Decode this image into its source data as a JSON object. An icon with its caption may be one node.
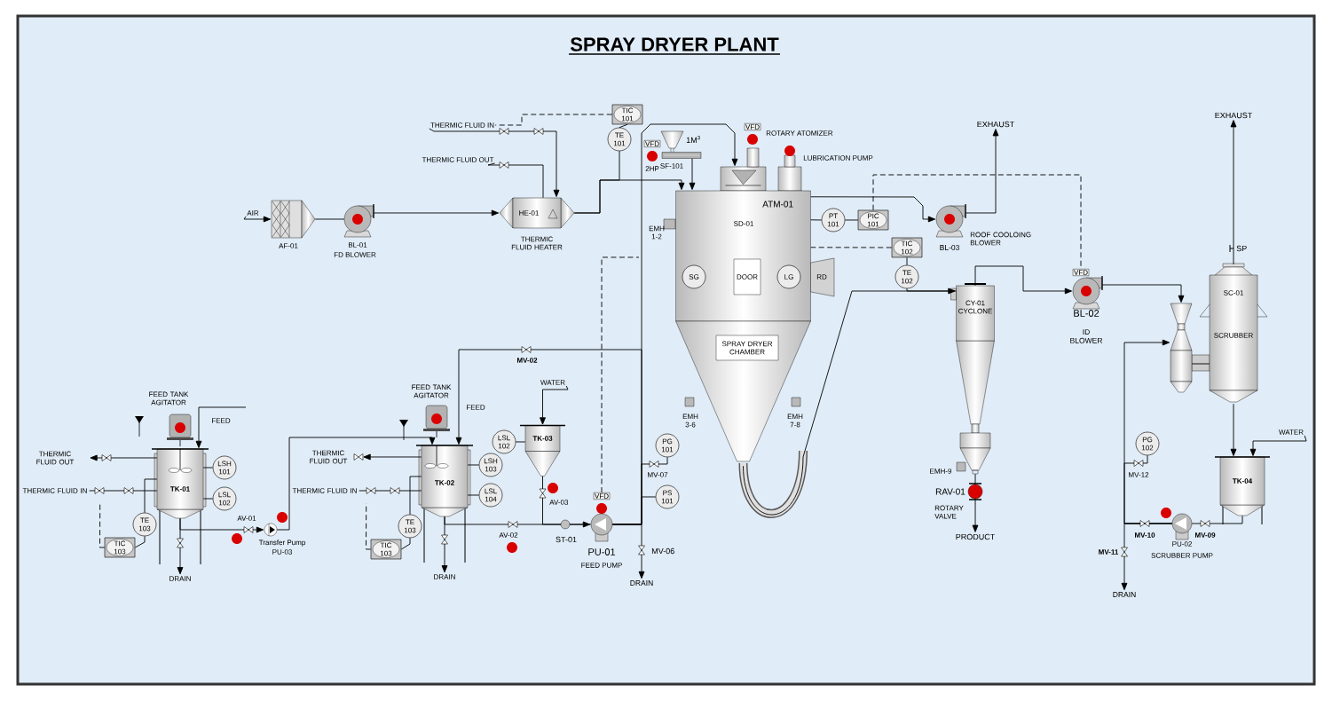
{
  "diagram": {
    "title": "SPRAY DRYER PLANT",
    "nodes": [
      {
        "text": [
          "AF-01"
        ]
      },
      {
        "text": [
          "BL-01",
          "FD BLOWER"
        ]
      },
      {
        "text": [
          "HE-01",
          "THERMIC FLUID HEATER"
        ]
      },
      {
        "text": [
          "TIC 101"
        ]
      },
      {
        "text": [
          "TE 101"
        ]
      },
      {
        "text": [
          "1M$^{3}$",
          "SF-101"
        ]
      },
      {
        "text": [
          "VFD"
        ]
      },
      {
        "text": [
          "SD-01"
        ]
      },
      {
        "text": [
          "DOOR"
        ],
        "in": 7
      },
      {
        "text": [
          "SG"
        ],
        "in": 7
      },
      {
        "text": [
          "LG"
        ],
        "in": 7
      },
      {
        "text": [
          "SPRAY DRYER CHAMBER"
        ],
        "in": 7
      },
      {
        "text": [
          "VFD"
        ]
      },
      {
        "text": [
          "PT 101"
        ]
      },
      {
        "text": [
          "PIC 101"
        ]
      },
      {
        "text": [
          "BL-03",
          "ROOF COOLOING BLOWER"
        ]
      },
      {
        "text": [
          "EXHAUST"
        ]
      },
      {
        "text": [
          "TIC 102"
        ]
      },
      {
        "text": [
          "TE 102"
        ]
      },
      {
        "text": [
          "CY-01 CYCLONE"
        ]
      },
      {
        "text": [
          "RAV-01",
          "ROTARY VALVE"
        ]
      },
      {
        "text": [
          "PRODUCT"
        ]
      },
      {
        "text": [
          "VFD"
        ]
      },
      {
        "text": [
          "BL-02",
          "ID BLOWER"
        ]
      },
      {
        "text": [],
        "shape": "funnel"
      },
      {
        "text": [
          "SC-01",
          "SCRUBBER"
        ]
      },
      {
        "text": [
          "EXHAUST"
        ]
      },
      {
        "text": [
          "TK-04"
        ]
      },
      {
        "text": [
          "PU-02",
          "SCRUBBER PUMP"
        ]
      },
      {
        "text": [
          "PG 102"
        ]
      },
      {
        "text": [
          "DRAIN"
        ]
      },
      {
        "text": [
          "WATER"
        ]
      },
      {
        "text": [
          "AIR"
        ]
      },
      {
        "text": [
          "THERMIC FLUID IN"
        ]
      },
      {
        "text": [
          "THERMIC FLUID OUT"
        ]
      },
      {
        "text": [
          "FEED TANK AGITATOR"
        ]
      },
      {
        "text": [
          "TK-01"
        ]
      },
      {
        "text": [
          "LSH 101"
        ]
      },
      {
        "text": [
          "LSL 102"
        ]
      },
      {
        "text": [
          "TE 103"
        ]
      },
      {
        "text": [
          "TIC 103"
        ]
      },
      {
        "text": [
          "THERMIC FLUID OUT"
        ]
      },
      {
        "text": [
          "THERMIC FLUID IN"
        ]
      },
      {
        "text": [
          "DRAIN"
        ]
      },
      {
        "text": [
          "Transfer Pump",
          "PU-03"
        ]
      },
      {
        "text": [
          "FEED TANK AGITATOR"
        ]
      },
      {
        "text": [
          "TK-02"
        ]
      },
      {
        "text": [
          "LSH 103"
        ]
      },
      {
        "text": [
          "LSL 104"
        ]
      },
      {
        "text": [
          "TE 103"
        ]
      },
      {
        "text": [
          "TIC 103"
        ]
      },
      {
        "text": [
          "THERMIC FLUID OUT"
        ]
      },
      {
        "text": [
          "THERMIC FLUID IN"
        ]
      },
      {
        "text": [
          "DRAIN"
        ]
      },
      {
        "text": [
          "TK-03"
        ]
      },
      {
        "text": [
          "LSL 102"
        ]
      },
      {
        "text": [
          "WATER"
        ]
      },
      {
        "text": [
          "PU-01",
          "FEED PUMP"
        ]
      },
      {
        "text": [
          "VFD"
        ]
      },
      {
        "text": [
          "PG 101"
        ]
      },
      {
        "text": [
          "PS 101"
        ]
      },
      {
        "text": [
          "DRAIN"
        ]
      }
    ],
    "edges": [
      {
        "from": 32,
        "to": 0,
        "arrow": "to"
      },
      {
        "from": 0,
        "to": 1,
        "arrow": "none"
      },
      {
        "from": 1,
        "to": 2,
        "arrow": "to"
      },
      {
        "from": 33,
        "to": 2,
        "arrow": "to"
      },
      {
        "from": 2,
        "to": 34,
        "arrow": "none"
      },
      {
        "from": 4,
        "to": 3,
        "arrow": "none"
      },
      {
        "from": 3,
        "to": 33,
        "arrow": "none",
        "style": "dashed"
      },
      {
        "from": 2,
        "to": 7,
        "arrow": "to"
      },
      {
        "from": 5,
        "to": 7,
        "arrow": "to"
      },
      {
        "from": 57,
        "to": 7,
        "arrow": "to"
      },
      {
        "from": 7,
        "to": 15,
        "arrow": "to"
      },
      {
        "from": 15,
        "to": 16,
        "arrow": "to"
      },
      {
        "from": 13,
        "to": 14,
        "arrow": "none"
      },
      {
        "from": 14,
        "to": 22,
        "arrow": "none",
        "style": "dashed"
      },
      {
        "from": 17,
        "to": 7,
        "arrow": "none",
        "style": "dashed"
      },
      {
        "from": 18,
        "to": 17,
        "arrow": "none"
      },
      {
        "from": 7,
        "to": 19,
        "arrow": "to"
      },
      {
        "from": 19,
        "to": 23,
        "arrow": "to"
      },
      {
        "from": 19,
        "to": 20,
        "arrow": "none"
      },
      {
        "from": 20,
        "to": 21,
        "arrow": "to"
      },
      {
        "from": 23,
        "to": 24,
        "arrow": "to"
      },
      {
        "from": 24,
        "to": 25,
        "arrow": "none"
      },
      {
        "from": 25,
        "to": 26,
        "arrow": "to"
      },
      {
        "from": 25,
        "to": 27,
        "arrow": "to"
      },
      {
        "from": 31,
        "to": 27,
        "arrow": "to"
      },
      {
        "from": 27,
        "to": 28,
        "arrow": "none"
      },
      {
        "from": 28,
        "to": 24,
        "arrow": "to"
      },
      {
        "from": 28,
        "to": 30,
        "arrow": "to"
      },
      {
        "from": null,
        "to": 36,
        "arrow": "to",
        "label": "FEED"
      },
      {
        "from": 36,
        "to": 41,
        "arrow": "to"
      },
      {
        "from": 42,
        "to": 36,
        "arrow": "none"
      },
      {
        "from": 37,
        "to": 36,
        "arrow": "none"
      },
      {
        "from": 38,
        "to": 36,
        "arrow": "none"
      },
      {
        "from": 39,
        "to": 40,
        "arrow": "none"
      },
      {
        "from": 39,
        "to": 36,
        "arrow": "none"
      },
      {
        "from": 40,
        "to": 42,
        "arrow": "none",
        "style": "dashed"
      },
      {
        "from": 36,
        "to": 43,
        "arrow": "to"
      },
      {
        "from": 36,
        "to": 44,
        "arrow": "to"
      },
      {
        "from": 44,
        "to": 46,
        "arrow": "to"
      },
      {
        "from": 46,
        "to": 51,
        "arrow": "to"
      },
      {
        "from": 52,
        "to": 46,
        "arrow": "none"
      },
      {
        "from": 47,
        "to": 46,
        "arrow": "none"
      },
      {
        "from": 48,
        "to": 46,
        "arrow": "none"
      },
      {
        "from": 49,
        "to": 50,
        "arrow": "none"
      },
      {
        "from": 49,
        "to": 46,
        "arrow": "none"
      },
      {
        "from": 50,
        "to": 52,
        "arrow": "none",
        "style": "dashed"
      },
      {
        "from": 46,
        "to": 53,
        "arrow": "to"
      },
      {
        "from": 46,
        "to": 57,
        "arrow": "to"
      },
      {
        "from": 54,
        "to": 57,
        "arrow": "none"
      },
      {
        "from": 56,
        "to": 54,
        "arrow": "to"
      },
      {
        "from": 55,
        "to": 54,
        "arrow": "none"
      },
      {
        "from": 57,
        "to": 46,
        "arrow": "to",
        "label": "FEED"
      },
      {
        "from": 57,
        "to": 61,
        "arrow": "to"
      },
      {
        "from": 58,
        "to": null,
        "arrow": "none",
        "style": "dashed"
      },
      {
        "from": 4,
        "to": 2,
        "arrow": "none"
      },
      {
        "from": 13,
        "to": 7,
        "arrow": "none"
      },
      {
        "from": 18,
        "to": 19,
        "arrow": "none"
      },
      {
        "from": 59,
        "to": 57,
        "arrow": "none"
      },
      {
        "from": 60,
        "to": 57,
        "arrow": "none"
      },
      {
        "from": 29,
        "to": 28,
        "arrow": "none"
      }
    ],
    "labels": [
      "ROTARY ATOMIZER",
      "LUBRICATION PUMP",
      "2HP",
      "ATM-01",
      "EMH 1-2",
      "SP",
      "RD",
      "MV-02",
      "EMH 3-6",
      "EMH 7-8",
      "EMH-9",
      "AV-03",
      "MV-07",
      "MV-12",
      "AV-01",
      "AV-02",
      "ST-01",
      "MV-10",
      "MV-09",
      "MV-06",
      "MV-11"
    ]
  }
}
